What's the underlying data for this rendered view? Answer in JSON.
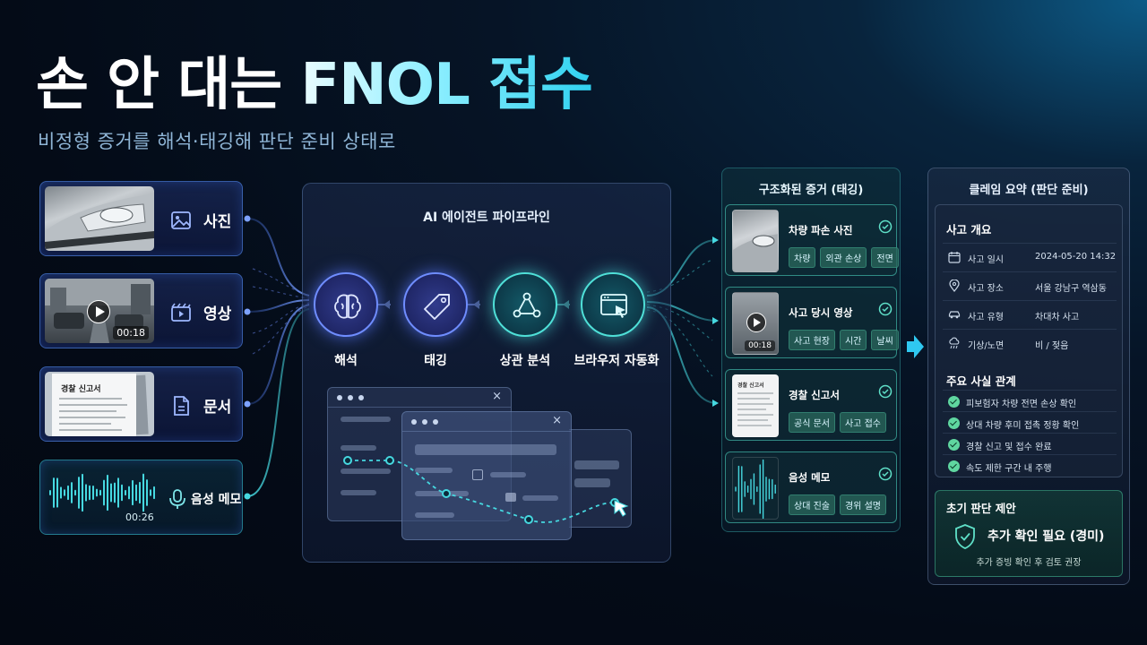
{
  "title_part1": "손 안 대는 ",
  "title_part2": "FNOL 접수",
  "subtitle": "비정형 증거를 해석·태깅해 판단 준비 상태로",
  "inputs": [
    {
      "label": "사진",
      "icon": "image-icon"
    },
    {
      "label": "영상",
      "icon": "video-icon",
      "duration": "00:18"
    },
    {
      "label": "문서",
      "icon": "document-icon",
      "doc_title": "경찰 신고서"
    },
    {
      "label": "음성 메모",
      "icon": "microphone-icon",
      "duration": "00:26"
    }
  ],
  "pipeline": {
    "title": "AI 에이전트 파이프라인",
    "stages": [
      {
        "label": "해석",
        "icon": "brain-icon"
      },
      {
        "label": "태깅",
        "icon": "tag-icon"
      },
      {
        "label": "상관 분석",
        "icon": "network-icon"
      },
      {
        "label": "브라우저 자동화",
        "icon": "browser-cursor-icon"
      }
    ]
  },
  "evidence": {
    "title": "구조화된 증거 (태깅)",
    "items": [
      {
        "title": "차량 파손 사진",
        "tags": [
          "차량",
          "외관 손상",
          "전면"
        ]
      },
      {
        "title": "사고 당시 영상",
        "tags": [
          "사고 현장",
          "시간",
          "날씨"
        ],
        "duration": "00:18"
      },
      {
        "title": "경찰 신고서",
        "tags": [
          "공식 문서",
          "사고 접수"
        ],
        "doc_title": "경찰 신고서"
      },
      {
        "title": "음성 메모",
        "tags": [
          "상대 진술",
          "경위 설명"
        ]
      }
    ]
  },
  "summary": {
    "title": "클레임 요약 (판단 준비)",
    "overview_head": "사고 개요",
    "overview": [
      {
        "icon": "calendar-icon",
        "label": "사고 일시",
        "value": "2024-05-20 14:32"
      },
      {
        "icon": "location-pin-icon",
        "label": "사고 장소",
        "value": "서울 강남구 역삼동"
      },
      {
        "icon": "car-icon",
        "label": "사고 유형",
        "value": "차대차 사고"
      },
      {
        "icon": "weather-icon",
        "label": "기상/노면",
        "value": "비 / 젖음"
      }
    ],
    "facts_head": "주요 사실 관계",
    "facts": [
      "피보험자 차량 전면 손상 확인",
      "상대 차량 후미 접촉 정황 확인",
      "경찰 신고 및 접수 완료",
      "속도 제한 구간 내 주행"
    ],
    "suggest_head": "초기 판단 제안",
    "suggest_main": "추가 확인 필요 (경미)",
    "suggest_sub": "추가 증빙 확인 후 검토 권장"
  },
  "colors": {
    "accent_blue": "#6f8dff",
    "accent_teal": "#4fe0d8",
    "check_green": "#5fd6a0"
  }
}
